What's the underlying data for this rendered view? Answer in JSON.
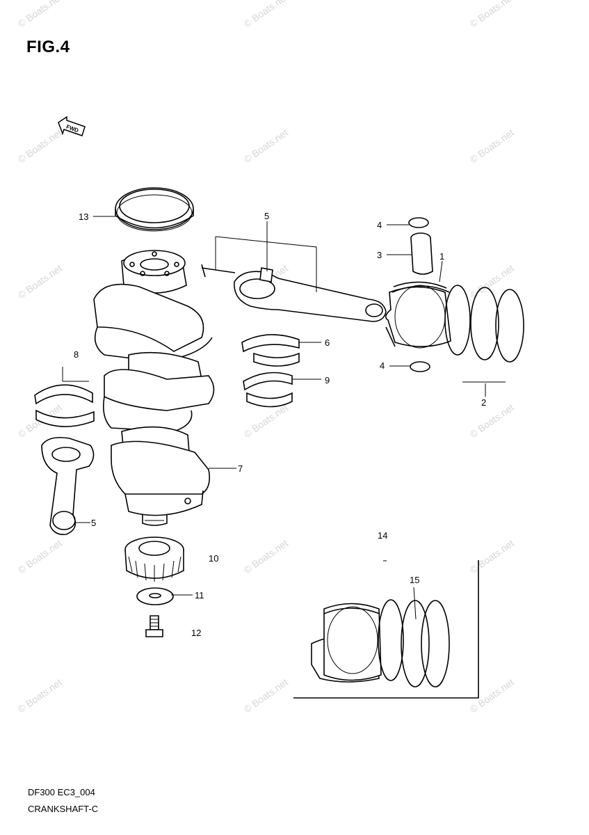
{
  "figure": {
    "title": "FIG.4",
    "fwd_badge": "FWD"
  },
  "watermark": "© Boats.net",
  "callouts": {
    "c1": "1",
    "c2": "2",
    "c3": "3",
    "c4a": "4",
    "c4b": "4",
    "c5a": "5",
    "c5b": "5",
    "c6": "6",
    "c7": "7",
    "c8": "8",
    "c9": "9",
    "c10": "10",
    "c11": "11",
    "c12": "12",
    "c13": "13",
    "c14": "14",
    "c15": "15"
  },
  "footer": {
    "code": "DF300 EC3_004",
    "name": "CRANKSHAFT-C"
  }
}
